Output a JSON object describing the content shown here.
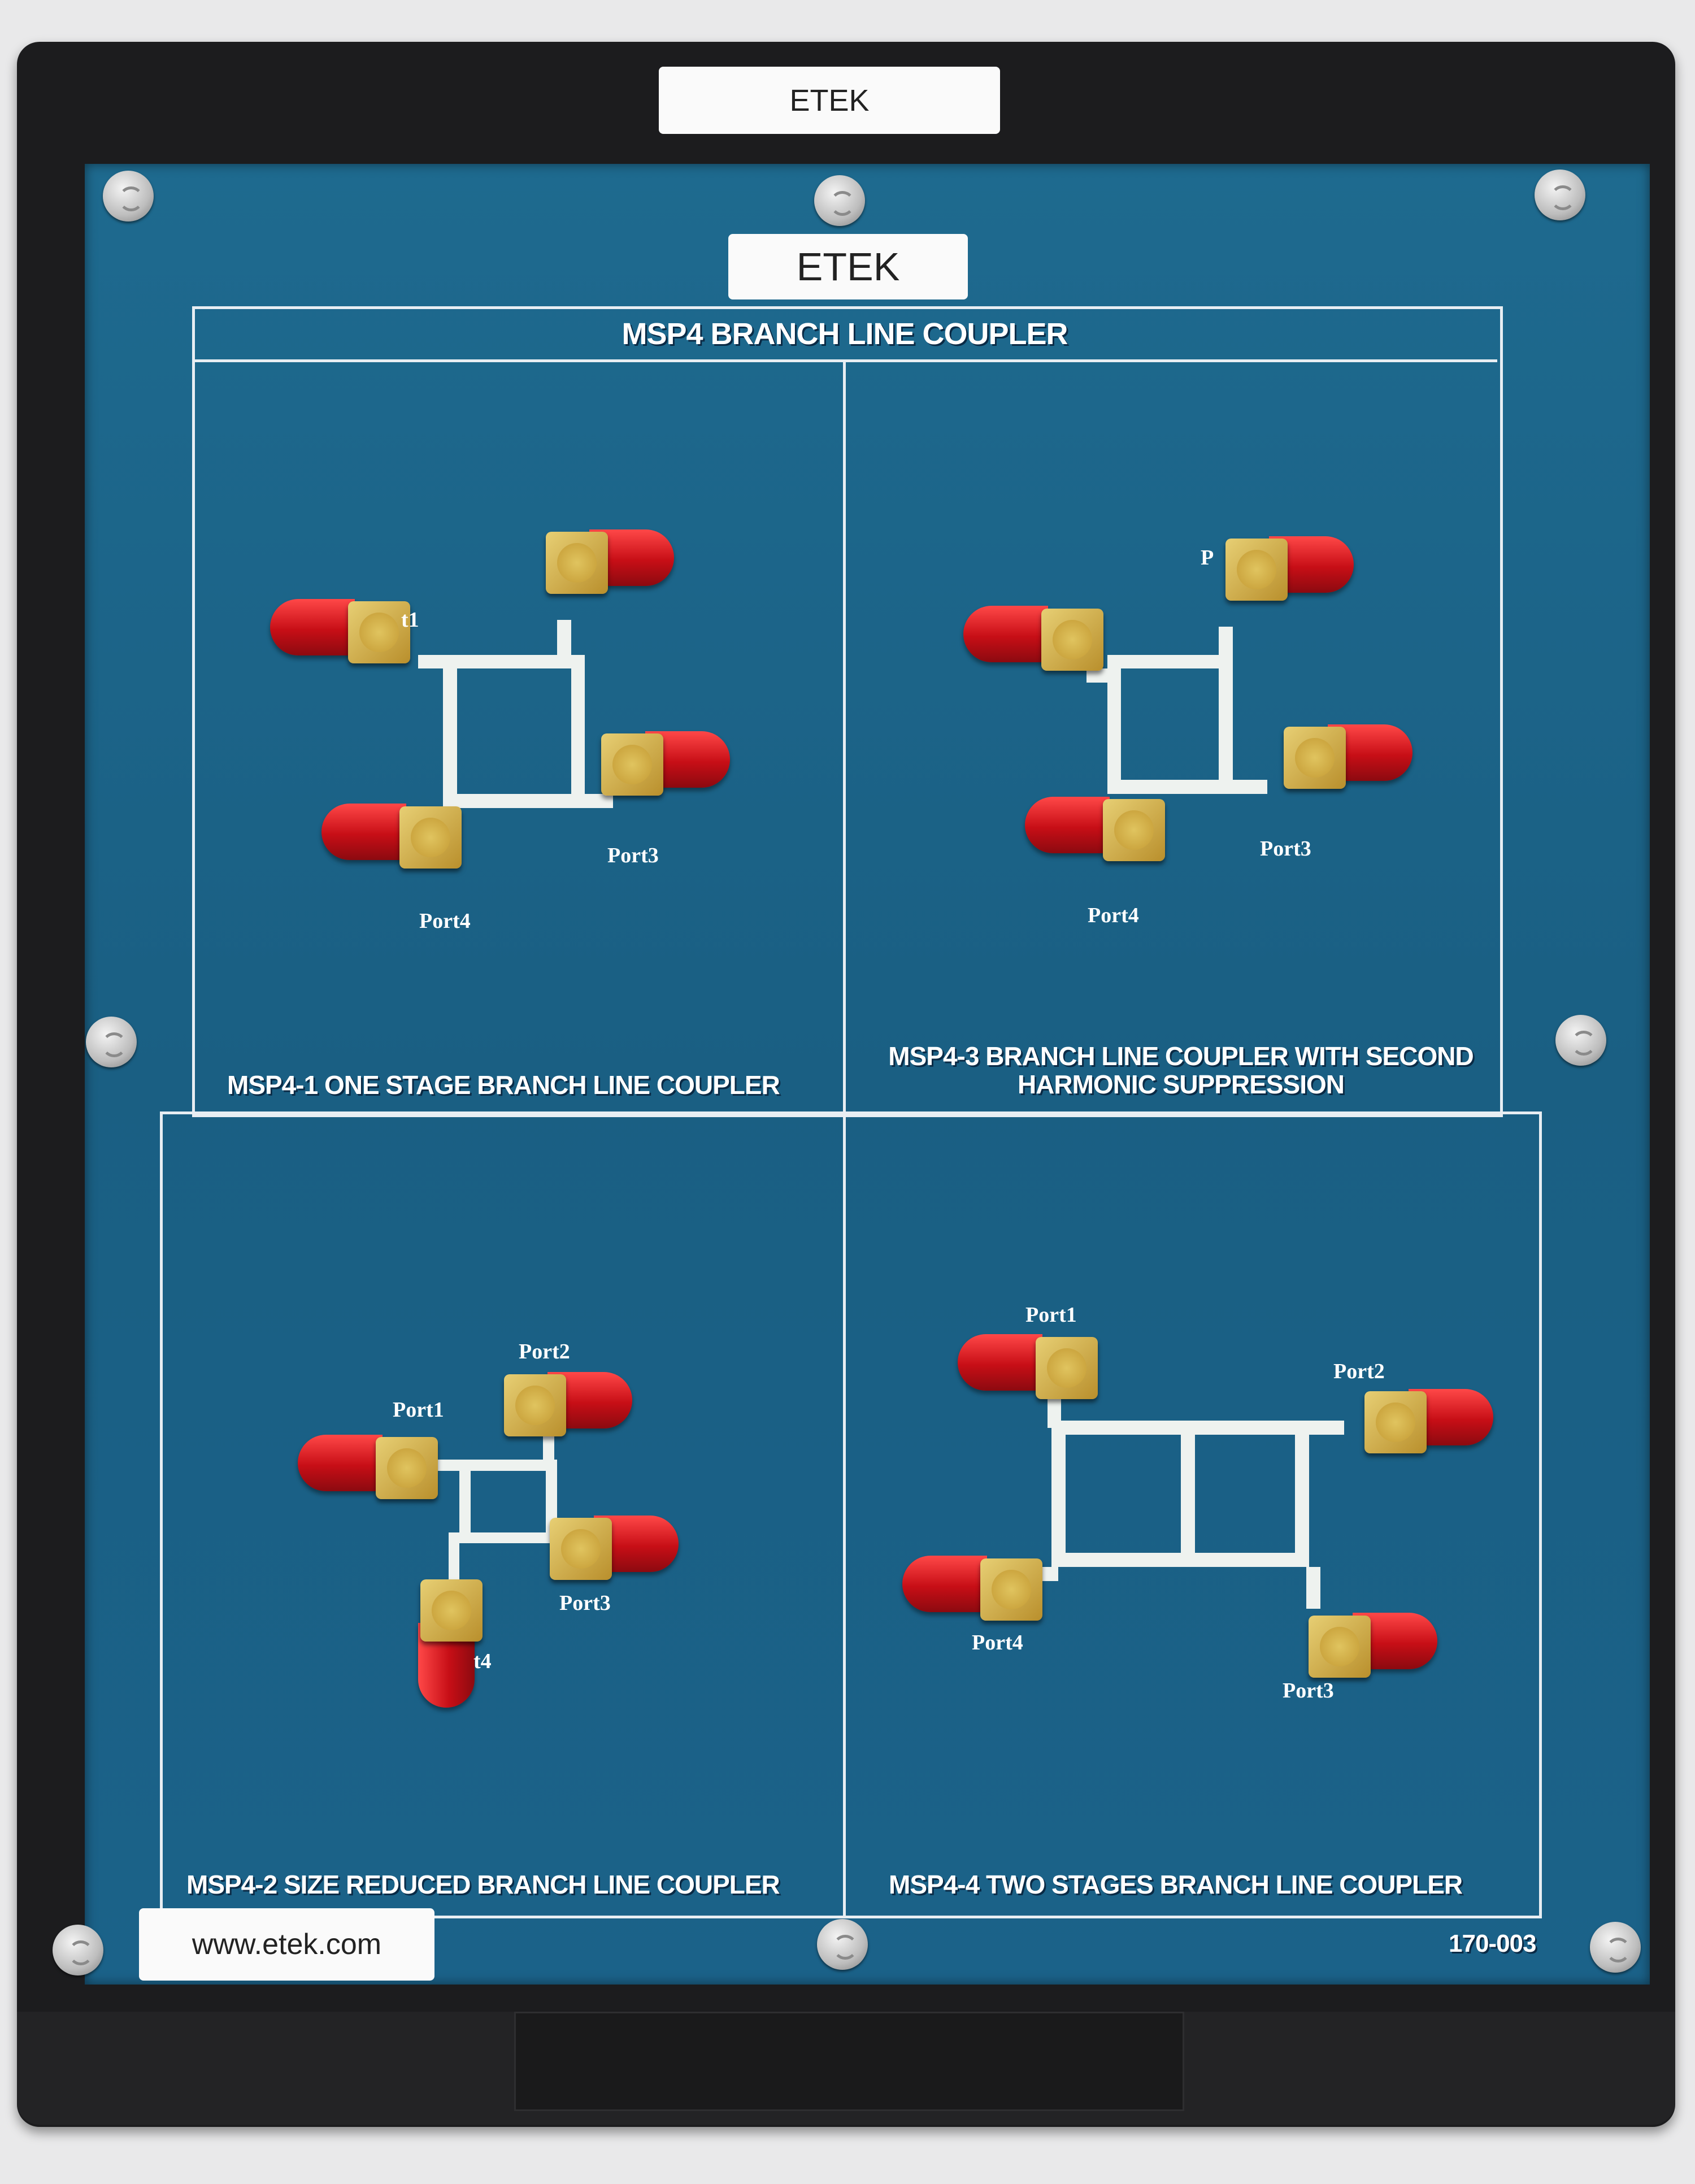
{
  "frame_label": "ETEK",
  "panel_label": "ETEK",
  "title": "MSP4 BRANCH LINE COUPLER",
  "sections": [
    {
      "id": "MSP4-1",
      "caption": "MSP4-1  ONE STAGE BRANCH LINE COUPLER",
      "ports": [
        "t1",
        "Port3",
        "Port4"
      ]
    },
    {
      "id": "MSP4-3",
      "caption_line1": "MSP4-3 BRANCH LINE COUPLER WITH SECOND",
      "caption_line2": "HARMONIC SUPPRESSION",
      "ports": [
        "P",
        "Port3",
        "Port4"
      ]
    },
    {
      "id": "MSP4-2",
      "caption": "MSP4-2  SIZE REDUCED BRANCH LINE COUPLER",
      "ports": [
        "Port1",
        "Port2",
        "Port3",
        "t4"
      ]
    },
    {
      "id": "MSP4-4",
      "caption": "MSP4-4  TWO STAGES BRANCH LINE COUPLER",
      "ports": [
        "Port1",
        "Port2",
        "Port3",
        "Port4"
      ]
    }
  ],
  "website_label": "www.etek.com",
  "model_number": "170-003",
  "colors": {
    "panel": "#1c6387",
    "connector_cap": "#c70e16",
    "connector_body": "#d4b050",
    "frame": "#1c1c1e"
  }
}
